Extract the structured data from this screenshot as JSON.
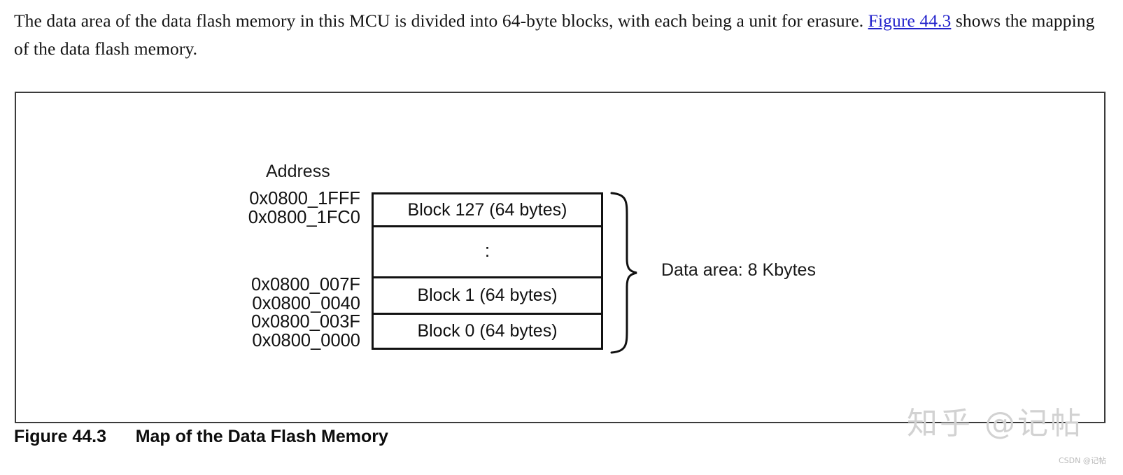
{
  "intro": {
    "before_link": "The data area of the data flash memory in this MCU is divided into 64-byte blocks, with each being a unit for erasure. ",
    "link_text": "Figure 44.3",
    "after_link": " shows the mapping of the data flash memory.",
    "link_color": "#2424cc"
  },
  "diagram": {
    "address_header": "Address",
    "address_pairs": [
      {
        "high": "0x0800_1FFF",
        "low": "0x0800_1FC0"
      },
      {
        "high": "0x0800_007F",
        "low": "0x0800_0040"
      },
      {
        "high": "0x0800_003F",
        "low": "0x0800_0000"
      }
    ],
    "blocks": [
      {
        "label": "Block 127 (64 bytes)"
      },
      {
        "label": ":"
      },
      {
        "label": "Block 1 (64 bytes)"
      },
      {
        "label": "Block 0 (64 bytes)"
      }
    ],
    "bracket_label": "Data area: 8 Kbytes",
    "line_color": "#111111"
  },
  "caption": {
    "number": "Figure 44.3",
    "separator": "      ",
    "title": "Map of the Data Flash Memory"
  },
  "watermark": {
    "main": "知乎 @记帖",
    "footer": "CSDN @记帖"
  }
}
